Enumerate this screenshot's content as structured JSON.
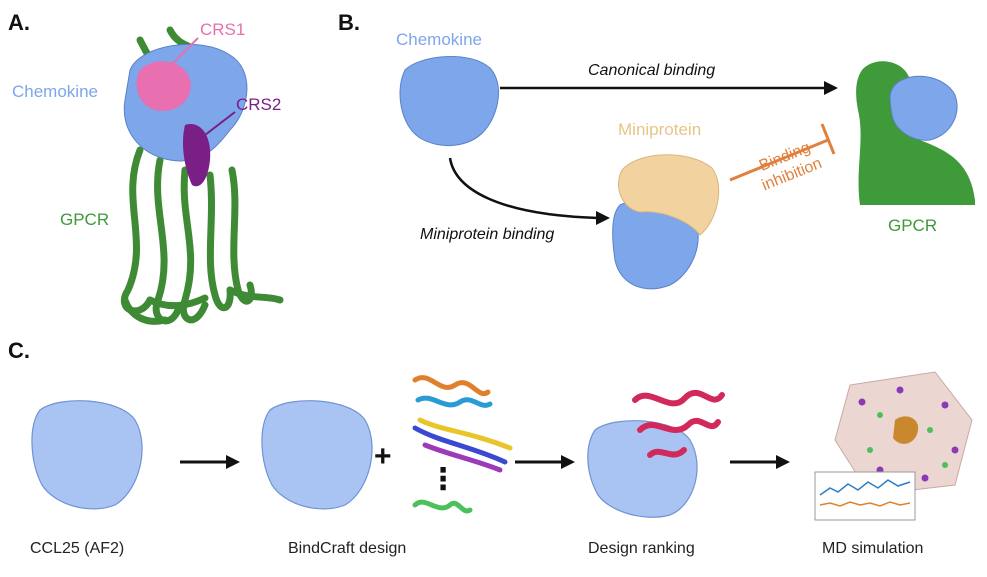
{
  "panel_a": {
    "letter": "A.",
    "labels": {
      "crs1": "CRS1",
      "crs2": "CRS2",
      "chemokine": "Chemokine",
      "gpcr": "GPCR"
    }
  },
  "panel_b": {
    "letter": "B.",
    "labels": {
      "chemokine": "Chemokine",
      "canonical": "Canonical binding",
      "miniprotein": "Miniprotein",
      "miniprotein_binding": "Miniprotein binding",
      "inhibition_line1": "Binding",
      "inhibition_line2": "inhibition",
      "gpcr": "GPCR"
    }
  },
  "panel_c": {
    "letter": "C.",
    "plus": "+",
    "dots": "⋮",
    "steps": [
      "CCL25 (AF2)",
      "BindCraft design",
      "Design ranking",
      "MD simulation"
    ]
  },
  "colors": {
    "chemokine_blue": "#7ea6ea",
    "gpcr_green": "#3f9a3a",
    "crs1_pink": "#e86fb0",
    "crs2_purple": "#7a1f86",
    "miniprotein_tan": "#f2d3a0",
    "inhibition_orange": "#e0803c",
    "binder_red": "#d2285a"
  }
}
